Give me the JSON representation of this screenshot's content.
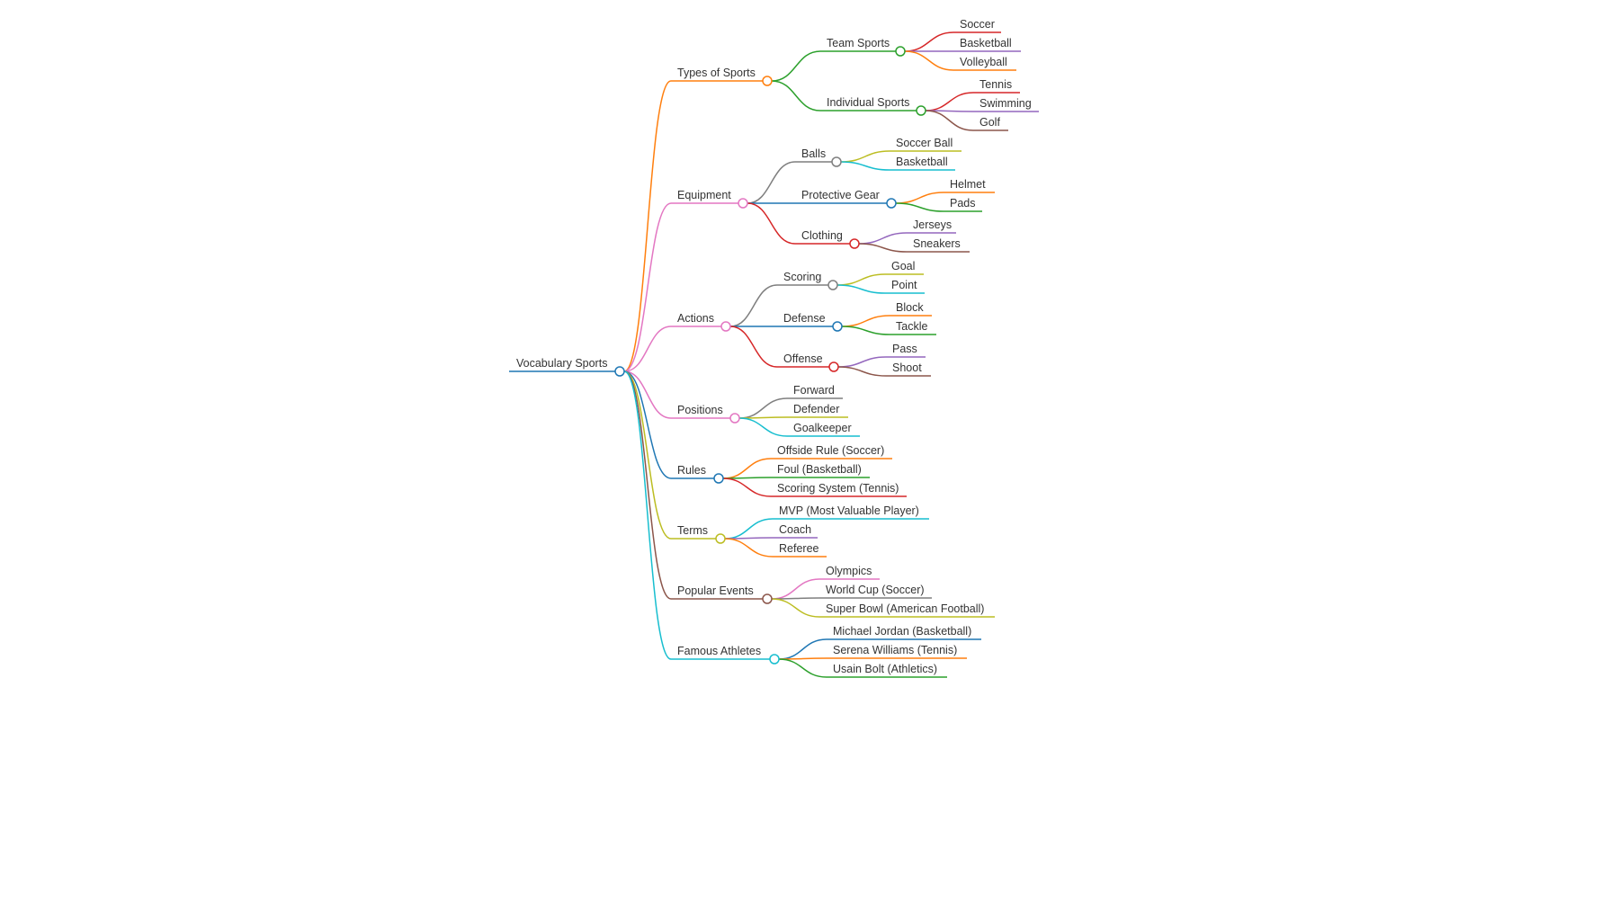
{
  "mindmap": {
    "root": {
      "label": "Vocabulary Sports",
      "children": [
        {
          "label": "Types of Sports",
          "color": "#ff7f0e",
          "children": [
            {
              "label": "Team Sports",
              "color": "#2ca02c",
              "children": [
                {
                  "label": "Soccer",
                  "color": "#d62728"
                },
                {
                  "label": "Basketball",
                  "color": "#9467bd"
                },
                {
                  "label": "Volleyball",
                  "color": "#ff7f0e"
                }
              ]
            },
            {
              "label": "Individual Sports",
              "color": "#2ca02c",
              "children": [
                {
                  "label": "Tennis",
                  "color": "#d62728"
                },
                {
                  "label": "Swimming",
                  "color": "#9467bd"
                },
                {
                  "label": "Golf",
                  "color": "#8c564b"
                }
              ]
            }
          ]
        },
        {
          "label": "Equipment",
          "color": "#e377c2",
          "children": [
            {
              "label": "Balls",
              "color": "#7f7f7f",
              "children": [
                {
                  "label": "Soccer Ball",
                  "color": "#bcbd22"
                },
                {
                  "label": "Basketball",
                  "color": "#17becf"
                }
              ]
            },
            {
              "label": "Protective Gear",
              "color": "#1f77b4",
              "children": [
                {
                  "label": "Helmet",
                  "color": "#ff7f0e"
                },
                {
                  "label": "Pads",
                  "color": "#2ca02c"
                }
              ]
            },
            {
              "label": "Clothing",
              "color": "#d62728",
              "children": [
                {
                  "label": "Jerseys",
                  "color": "#9467bd"
                },
                {
                  "label": "Sneakers",
                  "color": "#8c564b"
                }
              ]
            }
          ]
        },
        {
          "label": "Actions",
          "color": "#e377c2",
          "children": [
            {
              "label": "Scoring",
              "color": "#7f7f7f",
              "children": [
                {
                  "label": "Goal",
                  "color": "#bcbd22"
                },
                {
                  "label": "Point",
                  "color": "#17becf"
                }
              ]
            },
            {
              "label": "Defense",
              "color": "#1f77b4",
              "children": [
                {
                  "label": "Block",
                  "color": "#ff7f0e"
                },
                {
                  "label": "Tackle",
                  "color": "#2ca02c"
                }
              ]
            },
            {
              "label": "Offense",
              "color": "#d62728",
              "children": [
                {
                  "label": "Pass",
                  "color": "#9467bd"
                },
                {
                  "label": "Shoot",
                  "color": "#8c564b"
                }
              ]
            }
          ]
        },
        {
          "label": "Positions",
          "color": "#e377c2",
          "children": [
            {
              "label": "Forward",
              "color": "#7f7f7f"
            },
            {
              "label": "Defender",
              "color": "#bcbd22"
            },
            {
              "label": "Goalkeeper",
              "color": "#17becf"
            }
          ]
        },
        {
          "label": "Rules",
          "color": "#1f77b4",
          "children": [
            {
              "label": "Offside Rule (Soccer)",
              "color": "#ff7f0e"
            },
            {
              "label": "Foul (Basketball)",
              "color": "#2ca02c"
            },
            {
              "label": "Scoring System (Tennis)",
              "color": "#d62728"
            }
          ]
        },
        {
          "label": "Terms",
          "color": "#bcbd22",
          "children": [
            {
              "label": "MVP (Most Valuable Player)",
              "color": "#17becf"
            },
            {
              "label": "Coach",
              "color": "#9467bd"
            },
            {
              "label": "Referee",
              "color": "#ff7f0e"
            }
          ]
        },
        {
          "label": "Popular Events",
          "color": "#8c564b",
          "children": [
            {
              "label": "Olympics",
              "color": "#e377c2"
            },
            {
              "label": "World Cup (Soccer)",
              "color": "#7f7f7f"
            },
            {
              "label": "Super Bowl (American Football)",
              "color": "#bcbd22"
            }
          ]
        },
        {
          "label": "Famous Athletes",
          "color": "#17becf",
          "children": [
            {
              "label": "Michael Jordan (Basketball)",
              "color": "#1f77b4"
            },
            {
              "label": "Serena Williams (Tennis)",
              "color": "#ff7f0e"
            },
            {
              "label": "Usain Bolt (Athletics)",
              "color": "#2ca02c"
            }
          ]
        }
      ]
    }
  }
}
